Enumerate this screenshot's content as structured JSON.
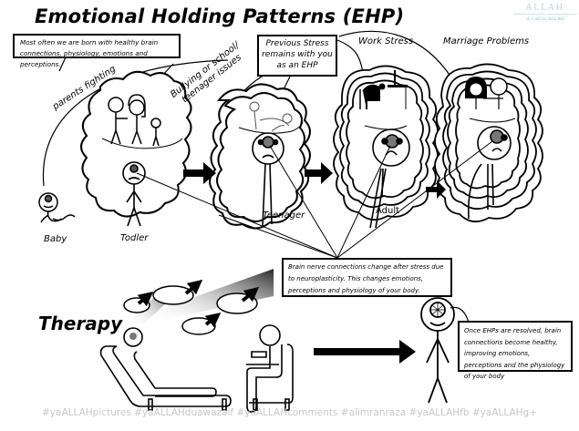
{
  "title": "Emotional Holding Patterns (EHP)",
  "watermark": {
    "logo_text": "ALLAH",
    "tagline": "A Call to ALLAH",
    "color": "#7fbfc8"
  },
  "callouts": {
    "birth_note": "Most often we are born with healthy brain connections, physiology, emotions and perceptions.",
    "previous_stress": "Previous Stress remains with you as an EHP",
    "neuroplasticity_note": "Brain nerve connections change after stress due to neuroplasticity. This changes emotions, perceptions and physiology of your body.",
    "resolved_note": "Once EHPs are resolved, brain connections become healthy, improving emotions, perceptions and the physiology of your body"
  },
  "stressors": {
    "parents_fighting": "parents fighting",
    "bullying_line1": "Bullying or school/",
    "bullying_line2": "teenager issues",
    "work_stress": "Work Stress",
    "marriage_problems": "Marriage Problems"
  },
  "stages": [
    {
      "label": "Baby",
      "icon": "baby-stick-figure"
    },
    {
      "label": "Todler",
      "icon": "toddler-stick-figure"
    },
    {
      "label": "Teenager",
      "icon": "teenager-stick-figure"
    },
    {
      "label": "Adult",
      "icon": "adult-stick-figure"
    },
    {
      "label": "",
      "icon": "adult-burdened-stick-figure"
    }
  ],
  "therapy": {
    "heading": "Therapy",
    "icons": [
      "therapy-couch",
      "therapist-chair",
      "released-thought-clouds",
      "healthy-person"
    ]
  },
  "hashtags": "#yaALLAHpictures #yaALLAHduawazaif #yaALLAHcomments #alimranraza #yaALLAHfb #yaALLAHg+"
}
